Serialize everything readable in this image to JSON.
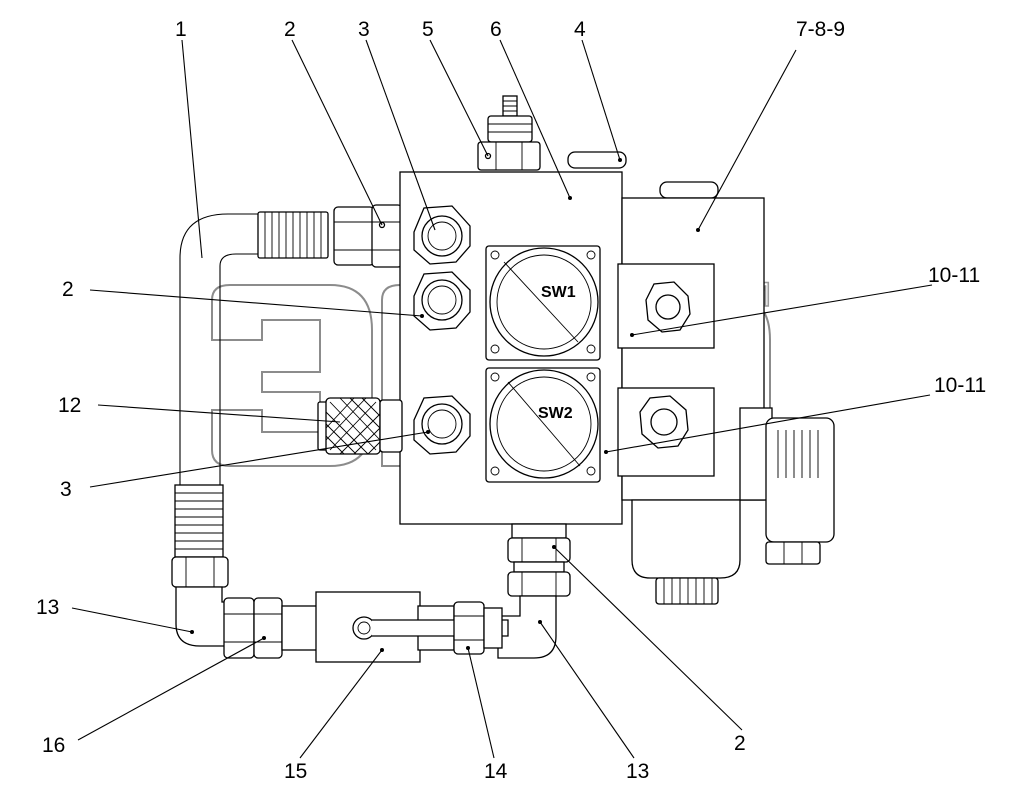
{
  "callouts": {
    "c1": "1",
    "c2_top": "2",
    "c3_top": "3",
    "c5": "5",
    "c6": "6",
    "c4": "4",
    "c789": "7-8-9",
    "c2_left": "2",
    "c1011_upper": "10-11",
    "c12": "12",
    "c1011_lower": "10-11",
    "c3_left": "3",
    "c13_left": "13",
    "c16": "16",
    "c15": "15",
    "c14": "14",
    "c13_right": "13",
    "c2_bottom": "2"
  },
  "switches": {
    "sw1": "SW1",
    "sw2": "SW2"
  },
  "watermark": {
    "trademark": "TM"
  }
}
